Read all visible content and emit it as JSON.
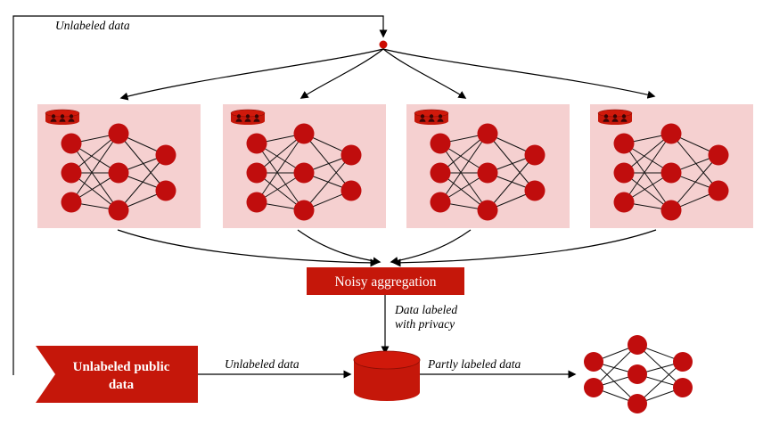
{
  "diagram": {
    "top_label": "Unlabeled data",
    "aggregator_label": "Noisy aggregation",
    "privacy_label_line1": "Data labeled",
    "privacy_label_line2": "with privacy",
    "public_data_line1": "Unlabeled public",
    "public_data_line2": "data",
    "unlabeled_arrow_label": "Unlabeled data",
    "partly_labeled_arrow_label": "Partly labeled data",
    "teachers": [
      {
        "name": "teacher-model-1"
      },
      {
        "name": "teacher-model-2"
      },
      {
        "name": "teacher-model-3"
      },
      {
        "name": "teacher-model-4"
      }
    ],
    "student": {
      "name": "student-model"
    }
  },
  "icons": {
    "teacher_badge": "users-database-icon",
    "data_store": "database-cylinder-icon",
    "split_point": "red-dot",
    "arrow": "black-arrowhead"
  },
  "colors": {
    "accent": "#c5170a",
    "accent_top": "#d0190b",
    "pink": "#f5d0d0",
    "node": "#c00d0d",
    "line": "#000000"
  }
}
